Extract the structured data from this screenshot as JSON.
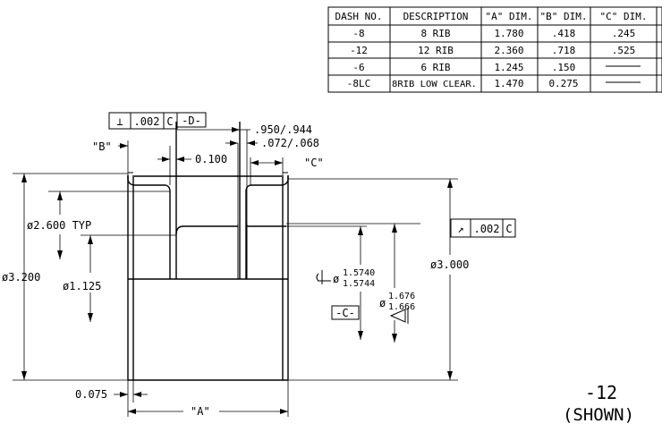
{
  "table": {
    "headers": [
      "DASH NO.",
      "DESCRIPTION",
      "\"A\" DIM.",
      "\"B\" DIM.",
      "\"C\" DIM."
    ],
    "rows": [
      [
        "-8",
        "8 RIB",
        "1.780",
        ".418",
        ".245"
      ],
      [
        "-12",
        "12 RIB",
        "2.360",
        ".718",
        ".525"
      ],
      [
        "-6",
        "6 RIB",
        "1.245",
        ".150",
        ""
      ],
      [
        "-8LC",
        "8RIB LOW CLEAR.",
        "1.470",
        "0.275",
        ""
      ]
    ]
  },
  "fcf_top": {
    "symbol": "⊥",
    "tolerance": ".002",
    "datum": "C",
    "datum_feature": "-D-"
  },
  "fcf_right": {
    "symbol": "↗",
    "tolerance": ".002",
    "datum": "C"
  },
  "dims": {
    "b_label": "\"B\"",
    "c_label": "\"C\"",
    "a_label": "\"A\"",
    "rib_width": "0.100",
    "slot_top": ".950/.944",
    "slot_bottom": ".072/.068",
    "dia_2600": "ø2.600 TYP",
    "dia_3200": "ø3.200",
    "dia_1125": "ø1.125",
    "dia_3000": "ø3.000",
    "bore_prefix": "ø",
    "bore_upper": "1.5740",
    "bore_lower": "1.5744",
    "hub_prefix": "ø",
    "hub_upper": "1.676",
    "hub_lower": "1.666",
    "flange_thk": "0.075",
    "datum_c": "-C-"
  },
  "view": {
    "dash": "-12",
    "shown": "(SHOWN)"
  }
}
